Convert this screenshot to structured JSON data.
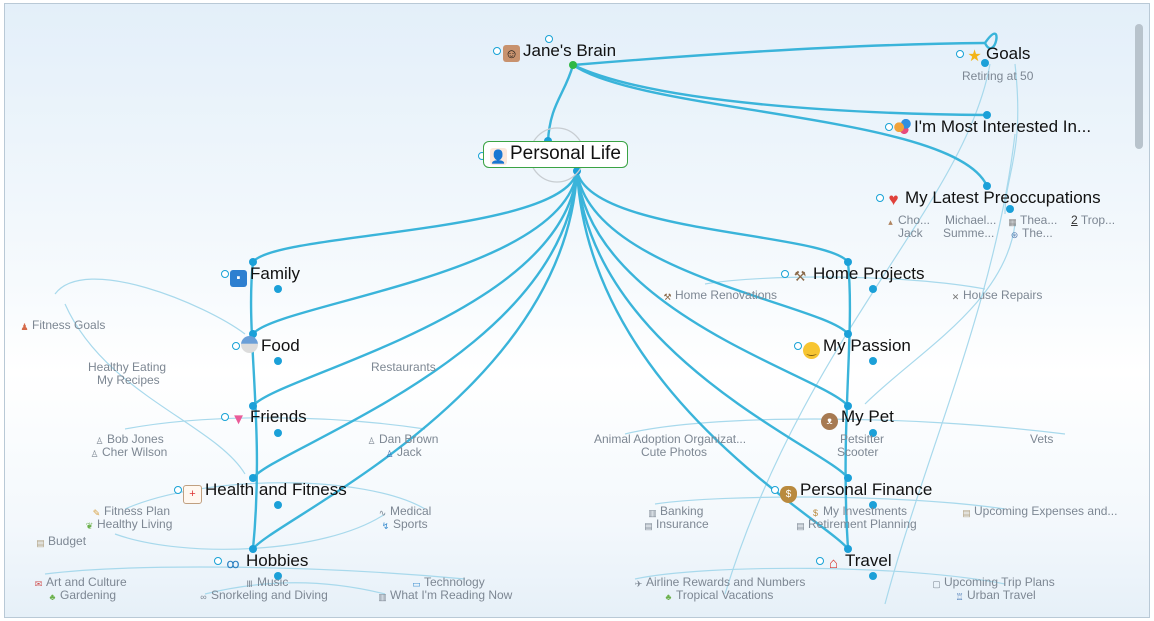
{
  "nodes": {
    "janes_brain": "Jane's Brain",
    "personal_life": "Personal Life",
    "goals": "Goals",
    "goals_sub": "Retiring at 50",
    "interested": "I'm Most Interested In...",
    "preoccupations": "My Latest Preoccupations",
    "family": "Family",
    "food": "Food",
    "friends": "Friends",
    "health": "Health and Fitness",
    "hobbies": "Hobbies",
    "home_projects": "Home Projects",
    "passion": "My Passion",
    "pet": "My Pet",
    "finance": "Personal Finance",
    "travel": "Travel"
  },
  "preoccupation_items": {
    "a": "Cho...",
    "a2": "Jack",
    "b": "Michael...",
    "b2": "Summe...",
    "c": "Thea...",
    "c2": "The...",
    "d_badge": "2",
    "d": "Trop..."
  },
  "children": {
    "fitness_goals": "Fitness Goals",
    "healthy_eating": "Healthy Eating",
    "my_recipes": "My Recipes",
    "restaurants": "Restaurants",
    "bob_jones": "Bob Jones",
    "cher_wilson": "Cher Wilson",
    "dan_brown": "Dan Brown",
    "jack": "Jack",
    "fitness_plan": "Fitness Plan",
    "healthy_living": "Healthy Living",
    "medical": "Medical",
    "sports": "Sports",
    "budget": "Budget",
    "art_culture": "Art and Culture",
    "gardening": "Gardening",
    "music": "Music",
    "snorkeling": "Snorkeling and Diving",
    "technology": "Technology",
    "reading": "What I'm Reading Now",
    "home_renovations": "Home Renovations",
    "house_repairs": "House Repairs",
    "animal_adoption": "Animal Adoption Organizat...",
    "cute_photos": "Cute Photos",
    "petsitter": "Petsitter",
    "scooter": "Scooter",
    "vets": "Vets",
    "banking": "Banking",
    "insurance": "Insurance",
    "investments": "My Investments",
    "retirement": "Retirement Planning",
    "upcoming_expenses": "Upcoming Expenses and...",
    "airline_rewards": "Airline Rewards and Numbers",
    "tropical": "Tropical Vacations",
    "trip_plans": "Upcoming Trip Plans",
    "urban_travel": "Urban Travel"
  },
  "icons": {
    "janes_brain": "jane-photo-icon",
    "personal_life": "person-icon",
    "goals": "star-icon",
    "interested": "color-balls-icon",
    "preoccupations": "heart-icon",
    "family": "address-book-icon",
    "food": "bowl-icon",
    "friends": "ice-cream-icon",
    "health": "first-aid-icon",
    "hobbies": "bicycle-icon",
    "home_projects": "hammer-icon",
    "passion": "smiley-icon",
    "pet": "bear-icon",
    "finance": "money-bag-icon",
    "travel": "house-icon"
  },
  "colors": {
    "link": "#3ab4da",
    "link_light": "#a8d9ec",
    "active_border": "#3aa344",
    "node_dot": "#1ba0d8"
  }
}
